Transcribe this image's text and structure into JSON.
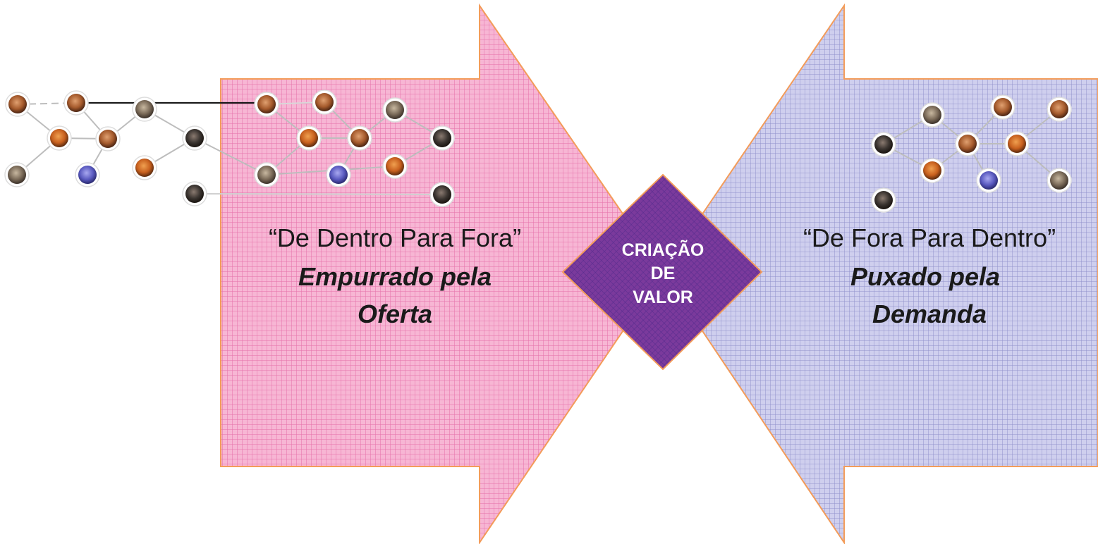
{
  "left_arrow": {
    "title": "“De Dentro Para Fora”",
    "subtitle_line1": "Empurrado pela",
    "subtitle_line2": "Oferta",
    "color": "#f6b3d2",
    "grid_color": "#e26aa5"
  },
  "right_arrow": {
    "title": "“De Fora Para Dentro”",
    "subtitle_line1": "Puxado pela",
    "subtitle_line2": "Demanda",
    "color": "#c9c9ec",
    "grid_color": "#8d8fc9"
  },
  "center_diamond": {
    "line1": "CRIAÇÃO",
    "line2": "DE",
    "line3": "VALOR",
    "color": "#7a3a99"
  },
  "outline_color": "#f39c5a"
}
